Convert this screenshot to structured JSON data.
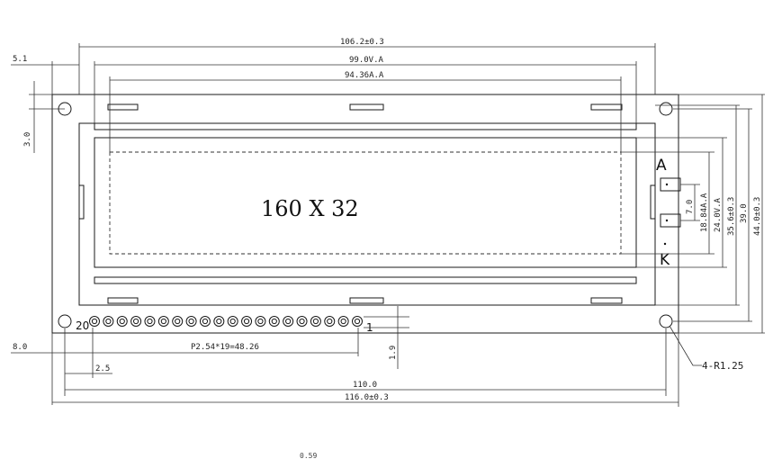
{
  "diagram": {
    "resolution_label": "160 X 32",
    "anode_label": "A",
    "cathode_label": "K",
    "pin_first": "1",
    "pin_last": "20",
    "pin_count": 20,
    "dims": {
      "bezel_width": "106.2±0.3",
      "viewing_area_width": "99.0V.A",
      "active_area_width": "94.36A.A",
      "left_offset": "5.1",
      "hole_offset": "3.0",
      "led_height": "7.0",
      "active_area_height": "18.84A.A",
      "viewing_area_height": "24.0V.A",
      "bezel_height": "35.6±0.3",
      "hole_pitch_height": "39.0",
      "pcb_height": "44.0±0.3",
      "pin_edge_offset": "8.0",
      "pin_pitch": "P2.54*19=48.26",
      "first_pin_offset": "2.5",
      "pin_row_height": "1.9",
      "hole_spacing": "110.0",
      "pcb_width": "116.0±0.3",
      "hole_radius": "4-R1.25",
      "cut_value": "0.59"
    }
  }
}
